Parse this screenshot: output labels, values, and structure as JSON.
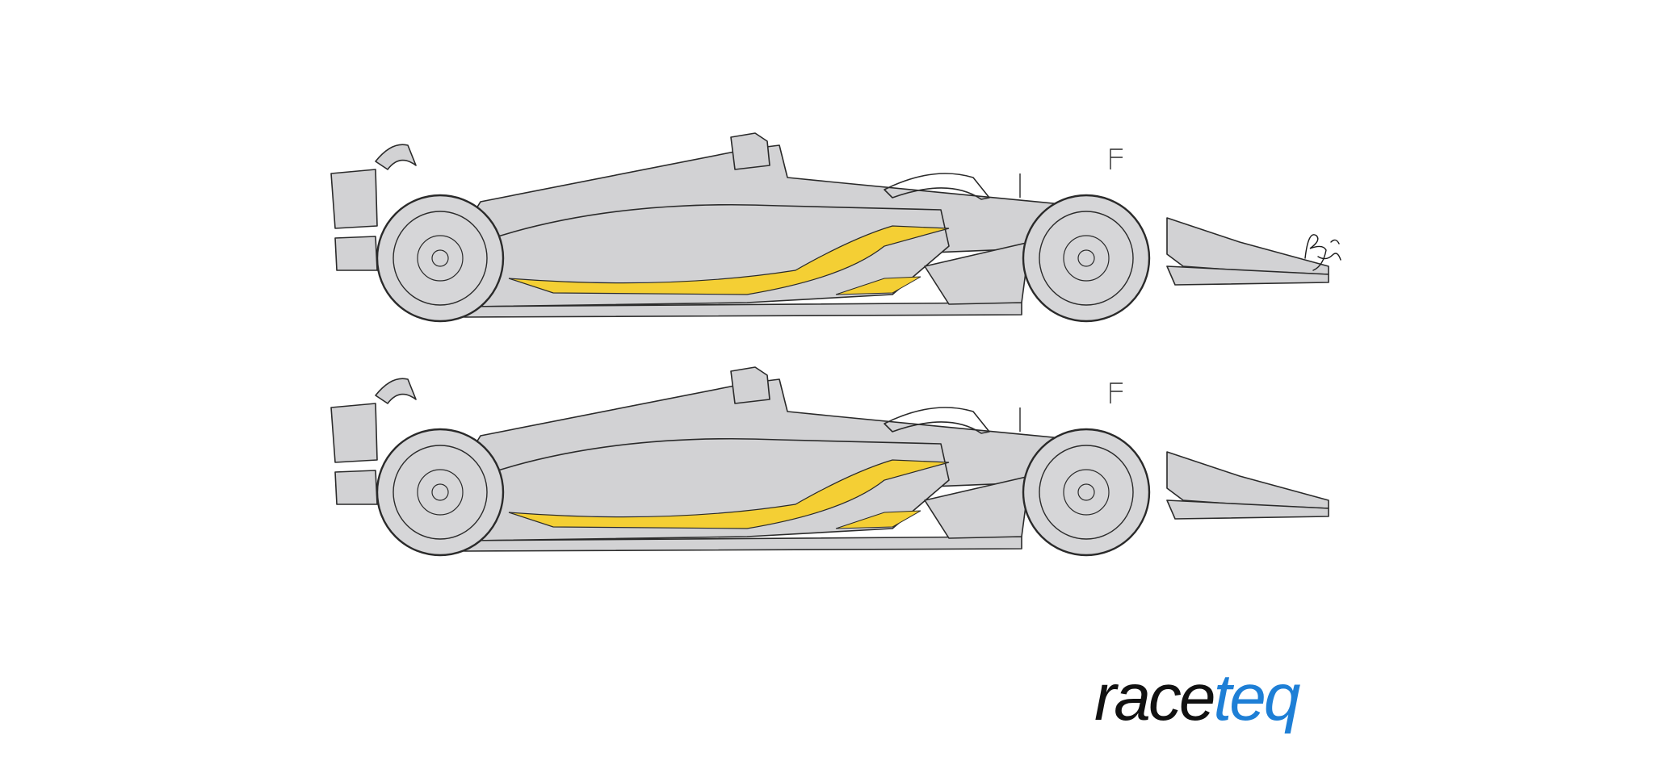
{
  "illustration": {
    "views": [
      {
        "id": "car-top"
      },
      {
        "id": "car-bottom"
      }
    ],
    "colors": {
      "body": "#d2d2d4",
      "outline": "#2a2a2a",
      "highlight": "#f4cf34",
      "tyre": "#d6d6d8",
      "background": "#ffffff"
    }
  },
  "logo": {
    "text_part_1": "race",
    "text_part_2": "teq",
    "color_part_1": "#111111",
    "color_part_2": "#1e7fd6"
  },
  "signature": {
    "type": "handwritten-signature"
  }
}
